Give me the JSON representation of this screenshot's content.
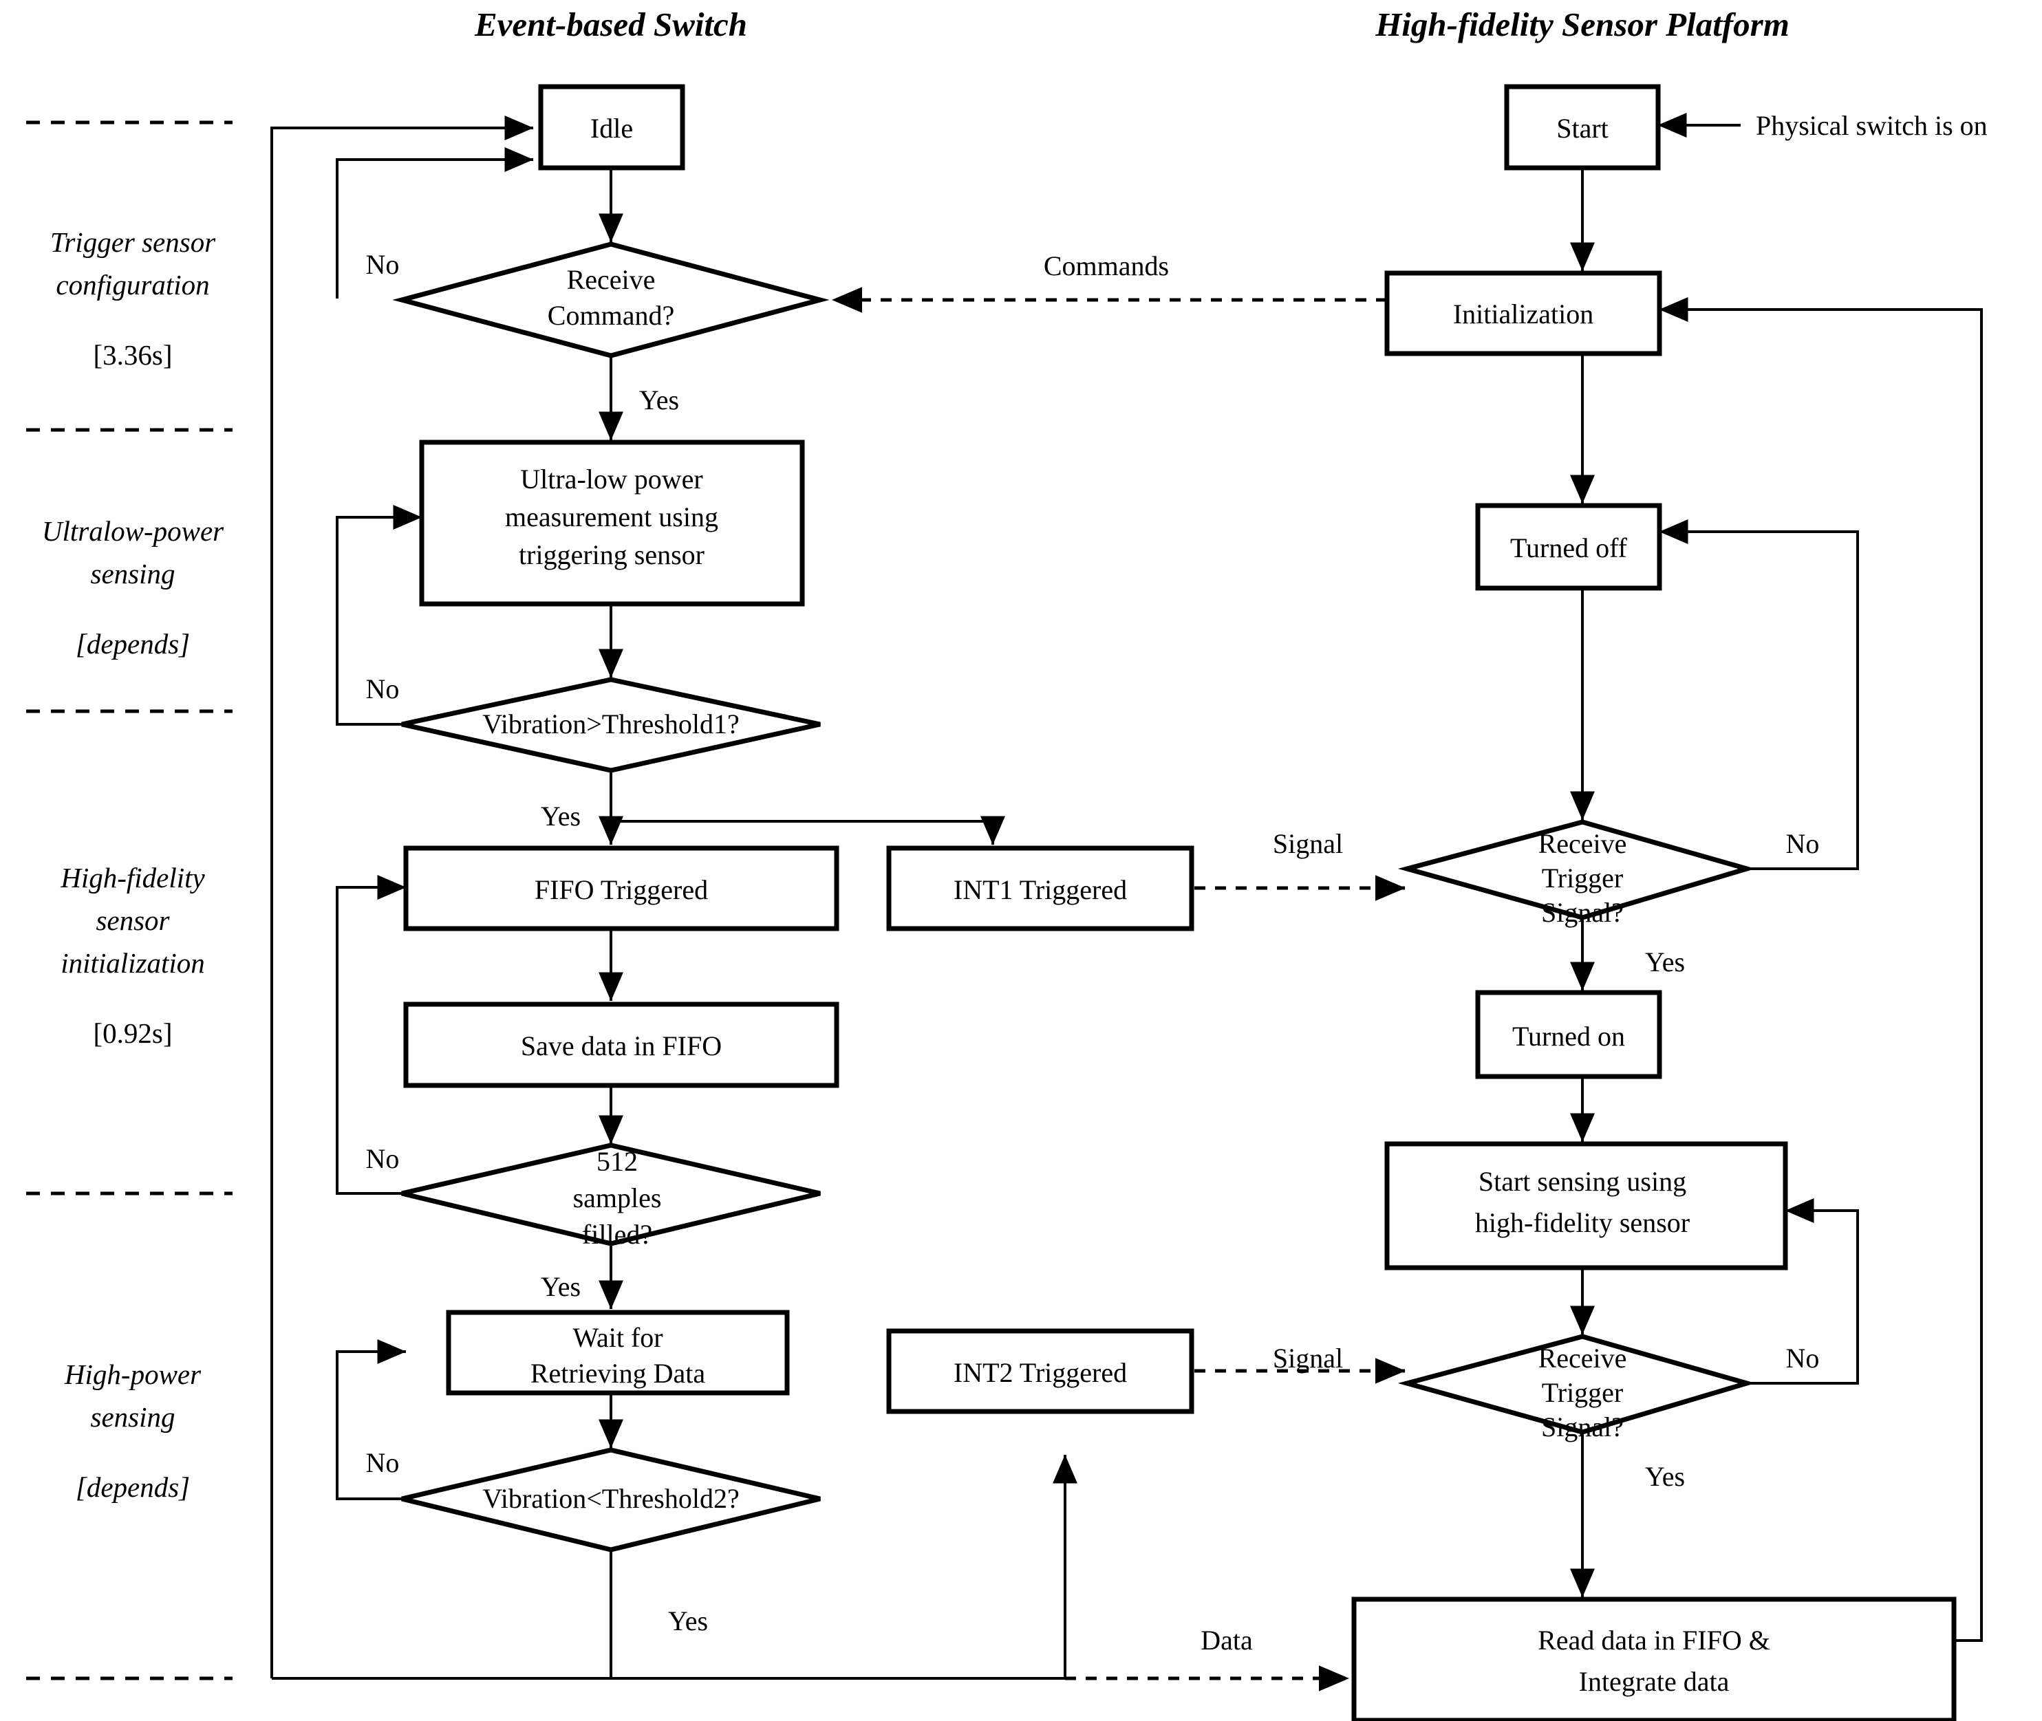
{
  "titles": {
    "left": "Event-based Switch",
    "right": "High-fidelity Sensor Platform"
  },
  "phases": [
    {
      "name_l1": "Trigger sensor",
      "name_l2": "configuration",
      "duration": "[3.36s]"
    },
    {
      "name_l1": "Ultralow-power",
      "name_l2": "sensing",
      "duration": "[depends]"
    },
    {
      "name_l1": "High-fidelity",
      "name_l2": "sensor",
      "name_l3": "initialization",
      "duration": "[0.92s]"
    },
    {
      "name_l1": "High-power",
      "name_l2": "sensing",
      "duration": "[depends]"
    }
  ],
  "left_column": {
    "idle": "Idle",
    "receive_command_l1": "Receive",
    "receive_command_l2": "Command?",
    "ultra_low_l1": "Ultra-low power",
    "ultra_low_l2": "measurement using",
    "ultra_low_l3": "triggering sensor",
    "vib_threshold1": "Vibration>Threshold1?",
    "fifo_triggered": "FIFO Triggered",
    "int1_triggered": "INT1 Triggered",
    "save_data": "Save data in FIFO",
    "samples_l1": "512",
    "samples_l2": "samples",
    "samples_l3": "filled?",
    "wait_l1": "Wait for",
    "wait_l2": "Retrieving Data",
    "int2_triggered": "INT2 Triggered",
    "vib_threshold2": "Vibration<Threshold2?"
  },
  "right_column": {
    "start": "Start",
    "initialization": "Initialization",
    "turned_off": "Turned off",
    "trigger_signal_l1": "Receive",
    "trigger_signal_l2": "Trigger",
    "trigger_signal_l3": "Signal?",
    "turned_on": "Turned on",
    "start_sensing_l1": "Start sensing using",
    "start_sensing_l2": "high-fidelity sensor",
    "read_data_l1": "Read data in FIFO &",
    "read_data_l2": "Integrate data"
  },
  "edge_labels": {
    "no": "No",
    "yes": "Yes",
    "commands": "Commands",
    "signal": "Signal",
    "data": "Data",
    "physical_switch": "Physical switch is on"
  }
}
